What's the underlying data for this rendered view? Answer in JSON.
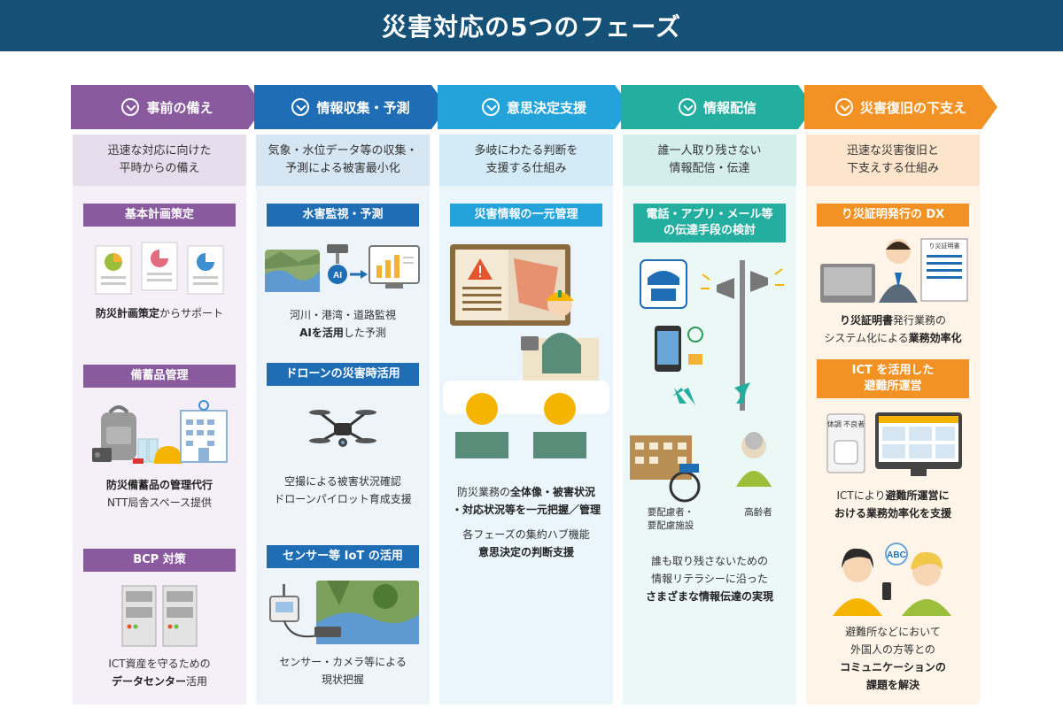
{
  "title": "災害対応の5つのフェーズ",
  "colors": {
    "title_bg": "#155076",
    "phase1": "#8A5A9E",
    "phase1_light": "#E8DDEC",
    "phase1_bg": "#F5F0F7",
    "phase2": "#1F6EB5",
    "phase2_light": "#D6E6F3",
    "phase2_bg": "#EDF4FA",
    "phase3": "#23A3D9",
    "phase3_light": "#D3EBF6",
    "phase3_bg": "#EAF6FB",
    "phase4": "#24AE9F",
    "phase4_light": "#D4EEEB",
    "phase4_bg": "#ECF8F6",
    "phase5": "#F39224",
    "phase5_light": "#FDE5CB",
    "phase5_bg": "#FEF4E8"
  },
  "phases": [
    {
      "name": "事前の備え",
      "desc": [
        "迅速な対応に向けた",
        "平時からの備え"
      ],
      "items": [
        {
          "tag": [
            "基本計画策定"
          ],
          "text": [
            {
              "b": "防災計画策定",
              "t": "からサポート"
            }
          ],
          "icon": "document-chart-icon"
        },
        {
          "tag": [
            "備蓄品管理"
          ],
          "text": [
            {
              "b": "防災備蓄品の管理代行",
              "t": ""
            },
            {
              "b": "",
              "t": "NTT局舎スペース提供"
            }
          ],
          "icon": "emergency-supplies-icon"
        },
        {
          "tag": [
            "BCP 対策"
          ],
          "text": [
            {
              "b": "",
              "t": "ICT資産を守るための"
            },
            {
              "b": "データセンター",
              "t": "活用"
            }
          ],
          "icon": "server-rack-icon"
        }
      ]
    },
    {
      "name": "情報収集・予測",
      "desc": [
        "気象・水位データ等の収集・",
        "予測による被害最小化"
      ],
      "items": [
        {
          "tag": [
            "水害監視・予測"
          ],
          "text": [
            {
              "b": "",
              "t": "河川・港湾・道路監視"
            },
            {
              "b": "AIを活用",
              "t": "した予測"
            }
          ],
          "icon": "river-camera-ai-icon",
          "ai_label": "AI"
        },
        {
          "tag": [
            "ドローンの災害時活用"
          ],
          "text": [
            {
              "b": "",
              "t": "空撮による被害状況確認"
            },
            {
              "b": "",
              "t": "ドローンパイロット育成支援"
            }
          ],
          "icon": "drone-icon"
        },
        {
          "tag": [
            "センサー等 IoT の活用"
          ],
          "text": [
            {
              "b": "",
              "t": "センサー・カメラ等による"
            },
            {
              "b": "",
              "t": "現状把握"
            }
          ],
          "icon": "iot-sensor-icon"
        }
      ]
    },
    {
      "name": "意思決定支援",
      "desc": [
        "多岐にわたる判断を",
        "支援する仕組み"
      ],
      "items": [
        {
          "tag": [
            "災害情報の一元管理"
          ],
          "text": [
            {
              "b": "",
              "t": "防災業務の",
              "b2": "全体像・被害状況"
            },
            {
              "b": "・対応状況等を一元把握／管理",
              "t": ""
            }
          ],
          "icon": "command-center-icon"
        }
      ],
      "extra_text": [
        {
          "b": "",
          "t": "各フェーズの集約ハブ機能"
        },
        {
          "b": "意思決定の判断支援",
          "t": ""
        }
      ]
    },
    {
      "name": "情報配信",
      "desc": [
        "誰一人取り残さない",
        "情報配信・伝達"
      ],
      "items": [
        {
          "tag": [
            "電話・アプリ・メール等",
            "の伝達手段の検討"
          ],
          "text": [
            {
              "b": "",
              "t": "誰も取り残さないための"
            },
            {
              "b": "",
              "t": "情報リテラシーに沿った"
            },
            {
              "b": "さまざまな情報伝達の実現",
              "t": ""
            }
          ],
          "icon": "broadcast-channels-icon"
        }
      ],
      "captions": {
        "facility": [
          "要配慮者・",
          "要配慮施設"
        ],
        "elderly": [
          "高齢者"
        ]
      }
    },
    {
      "name": "災害復旧の下支え",
      "desc": [
        "迅速な災害復旧と",
        "下支えする仕組み"
      ],
      "items": [
        {
          "tag": [
            "り災証明発行の DX"
          ],
          "text": [
            {
              "b": "り災証明書",
              "t": "発行業務の"
            },
            {
              "b": "",
              "t": "システム化による",
              "b2": "業務効率化"
            }
          ],
          "icon": "certificate-office-icon",
          "doc_label": "り災証明書"
        },
        {
          "tag": [
            "ICT を活用した",
            "避難所運営"
          ],
          "text": [
            {
              "b": "",
              "t": "ICTにより",
              "b2": "避難所運営に"
            },
            {
              "b": "おける業務効率化を支援",
              "t": ""
            }
          ],
          "icon": "shelter-dashboard-icon",
          "panel_label": "体調 不良者"
        },
        {
          "tag": [],
          "text": [
            {
              "b": "",
              "t": "避難所などにおいて"
            },
            {
              "b": "",
              "t": "外国人の方等との"
            },
            {
              "b": "コミュニケーションの",
              "t": ""
            },
            {
              "b": "課題を解決",
              "t": ""
            }
          ],
          "icon": "multilingual-icon",
          "bubble_label": "ABC"
        }
      ]
    }
  ]
}
